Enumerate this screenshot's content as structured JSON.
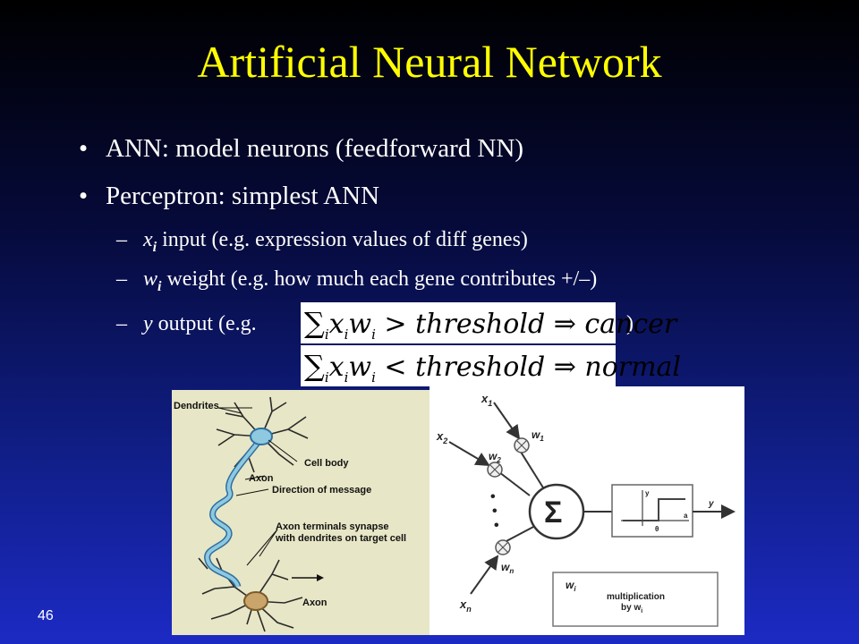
{
  "slide": {
    "title": "Artificial Neural Network",
    "page_number": "46",
    "bullets": [
      "ANN: model neurons (feedforward NN)",
      "Perceptron: simplest ANN"
    ],
    "sub_items": [
      {
        "var": "x",
        "sub": "i",
        "text": " input (e.g. expression values of diff genes)"
      },
      {
        "var": "w",
        "sub": "i",
        "text": " weight (e.g. how much each gene contributes +/–)"
      },
      {
        "var": "y",
        "text": " output (e.g.",
        "close": ")"
      }
    ],
    "formulas": [
      {
        "var1": "x",
        "sub1": "i",
        "var2": "w",
        "sub2": "i",
        "op": " > ",
        "rhs": "threshold ⇒ cancer"
      },
      {
        "var1": "x",
        "sub1": "i",
        "var2": "w",
        "sub2": "i",
        "op": " < ",
        "rhs": "threshold ⇒ normal"
      }
    ],
    "sum_symbol": "∑",
    "sum_index": "i"
  },
  "neuron_figure": {
    "labels": {
      "dendrites": "Dendrites",
      "cell_body": "Cell body",
      "axon": "Axon",
      "direction": "Direction of message",
      "terminals_1": "Axon terminals synapse",
      "terminals_2": "with dendrites on target cell",
      "axon_bottom": "Axon"
    }
  },
  "perceptron_figure": {
    "x1": "x",
    "x2": "x",
    "xn": "x",
    "x1_sub": "1",
    "x2_sub": "2",
    "xn_sub": "n",
    "w1": "w",
    "w2": "w",
    "wn": "w",
    "w1_sub": "1",
    "w2_sub": "2",
    "wn_sub": "n",
    "sum": "Σ",
    "dots": "•",
    "step_y": "y",
    "step_theta": "θ",
    "step_a": "a",
    "output_y": "y",
    "legend_w": "w",
    "legend_w_sub": "i",
    "legend_text_1": "multiplication",
    "legend_text_2": "by w",
    "legend_text_2_sub": "i"
  },
  "colors": {
    "title": "#ffff00",
    "neuron_panel_bg": "#e7e6c6",
    "neuron_fill": "#8ec9e0",
    "target_cell": "#c9a56b"
  }
}
